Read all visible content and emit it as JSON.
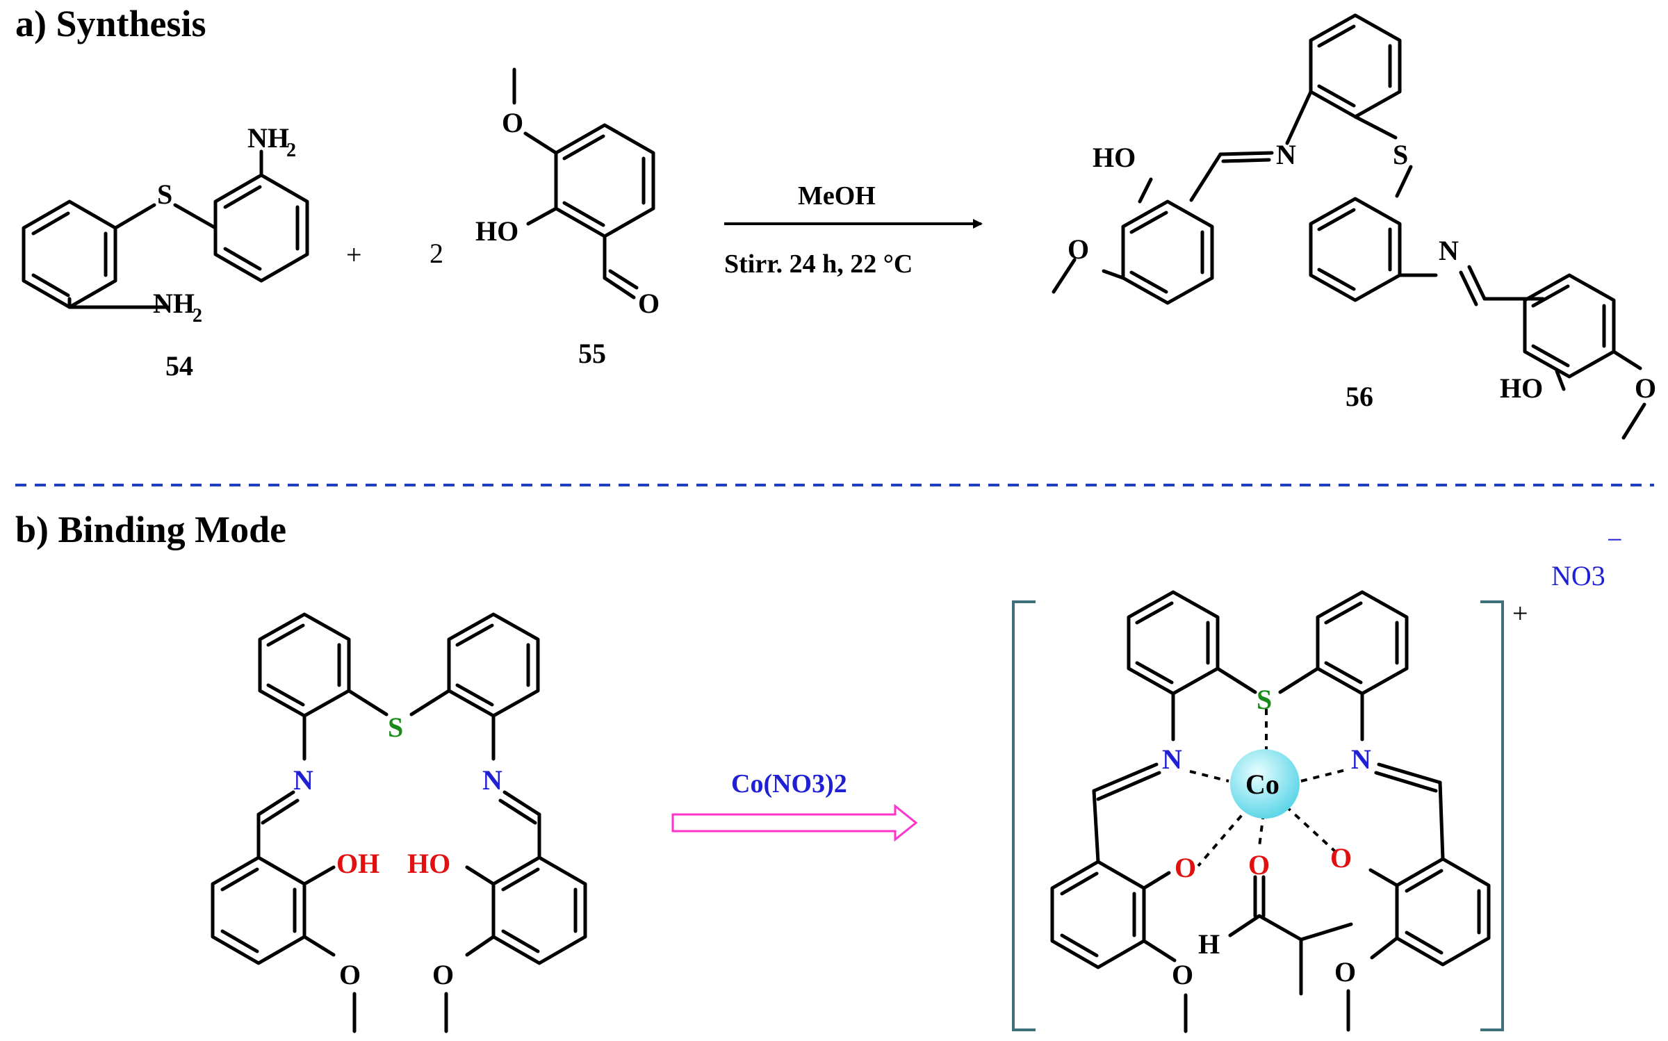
{
  "sections": {
    "synthesis_title": "a) Synthesis",
    "binding_title": "b) Binding Mode"
  },
  "synthesis": {
    "reactant1": {
      "number": "54",
      "atoms": {
        "s": "S",
        "nh2_top": "NH",
        "nh2_bottom": "NH",
        "sub2": "2"
      }
    },
    "plus": "+",
    "coefficient": "2",
    "reactant2": {
      "number": "55",
      "atoms": {
        "o_methoxy": "O",
        "ho": "HO",
        "o_aldehyde": "O"
      }
    },
    "arrow": {
      "above": "MeOH",
      "below": "Stirr. 24 h, 22 °C"
    },
    "product": {
      "number": "56",
      "atoms": {
        "ho_left": "HO",
        "o_left": "O",
        "n_left": "N",
        "s": "S",
        "n_right": "N",
        "ho_right": "HO",
        "o_right": "O"
      }
    }
  },
  "binding": {
    "reagent": "Co(NO3)2",
    "ligand_atoms": {
      "s": "S",
      "n_left": "N",
      "n_right": "N",
      "oh_left": "OH",
      "ho_right": "HO",
      "o_left": "O",
      "o_right": "O"
    },
    "complex_atoms": {
      "s": "S",
      "n_left": "N",
      "n_right": "N",
      "metal": "Co",
      "o_left": "O",
      "o_center": "O",
      "o_right": "O",
      "h": "H",
      "o_meo_left": "O",
      "o_meo_right": "O"
    },
    "charge": "+",
    "counterion": "NO3",
    "counterion_charge": "−"
  },
  "colors": {
    "divider": "#1f3fbf",
    "sulfur": "#1a8a1a",
    "nitrogen": "#1f1fd6",
    "oxygen": "#e01010",
    "reagent_text": "#1f1fd6",
    "arrow_pink": "#ff33cc",
    "cobalt": "#6fe0ee",
    "bracket": "#3f6f7a"
  }
}
